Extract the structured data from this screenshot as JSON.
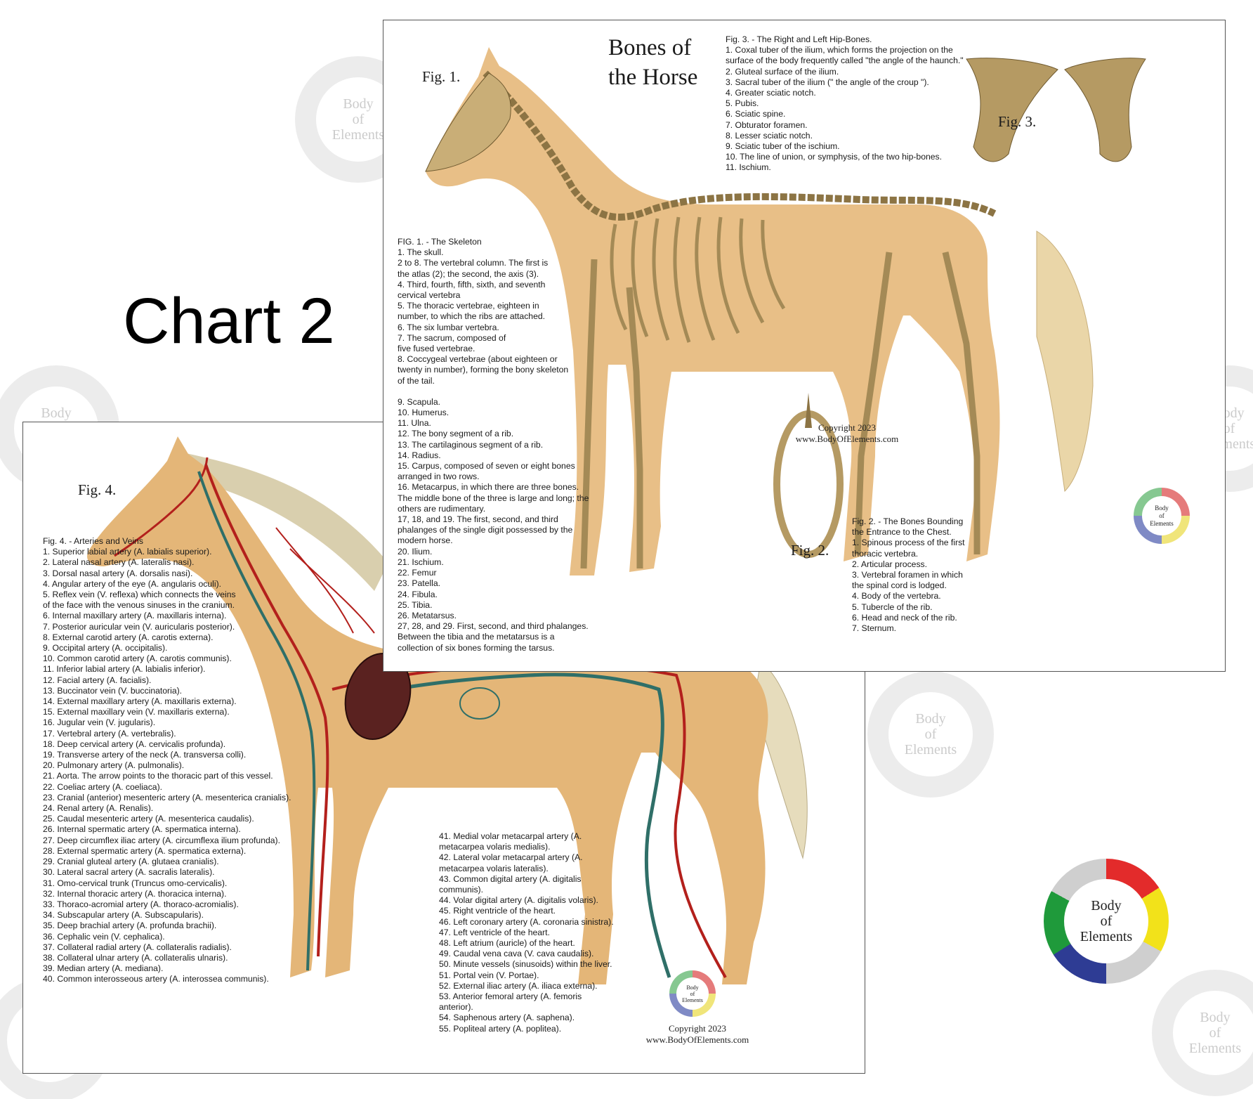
{
  "chart_title": "Chart 2",
  "watermark_text": "Body\nof\nElements",
  "bones_sheet": {
    "title": "Bones of\nthe Horse",
    "fig1_label": "Fig. 1.",
    "fig2_label": "Fig. 2.",
    "fig3_label": "Fig. 3.",
    "copyright": "Copyright 2023\nwww.BodyOfElements.com",
    "fig1_text": [
      "FIG. 1. - The Skeleton",
      "1. The skull.",
      "2 to 8. The vertebral column. The first is",
      "the atlas (2); the second, the axis (3).",
      "4. Third, fourth, fifth, sixth, and seventh",
      "cervical vertebra",
      "5. The thoracic vertebrae, eighteen in",
      "number, to which the ribs are attached.",
      "6. The six lumbar vertebra.",
      "7. The sacrum, composed of",
      "five fused vertebrae.",
      "8. Coccygeal vertebrae (about eighteen or",
      "twenty in number), forming the bony skeleton",
      "of the tail.",
      "",
      "9. Scapula.",
      "10. Humerus.",
      "11. Ulna.",
      "12. The bony segment of a rib.",
      "13. The cartilaginous segment of a rib.",
      "14. Radius.",
      "15. Carpus, composed of seven or eight bones",
      "arranged in two rows.",
      "16. Metacarpus, in which there are three bones.",
      "The middle bone of the three is large and long; the",
      "others are rudimentary.",
      "17, 18, and 19. The first, second, and third",
      "phalanges of the single digit possessed by the",
      "modern horse.",
      "20. Ilium.",
      "21. Ischium.",
      "22. Femur",
      "23. Patella.",
      "24. Fibula.",
      "25. Tibia.",
      "26. Metatarsus.",
      "27, 28, and 29. First, second, and third phalanges.",
      "Between the tibia and the metatarsus is a",
      "collection of six bones forming the tarsus."
    ],
    "fig3_text": [
      "Fig. 3. - The Right and Left Hip-Bones.",
      "1. Coxal tuber of the ilium, which forms the projection on the",
      "surface of the body frequently called \"the angle of the haunch.\"",
      "2. Gluteal surface of the ilium.",
      "3. Sacral tuber of the ilium (\" the angle of the croup \").",
      "4. Greater sciatic notch.",
      "5. Pubis.",
      "6. Sciatic spine.",
      "7. Obturator foramen.",
      "8. Lesser sciatic notch.",
      "9. Sciatic tuber of the ischium.",
      "10. The line of union, or symphysis, of the two hip-bones.",
      "11. Ischium."
    ],
    "fig2_text": [
      "Fig. 2. - The Bones Bounding",
      "the Entrance to the Chest.",
      "1. Spinous process of the first",
      "thoracic vertebra.",
      "2. Articular process.",
      "3. Vertebral foramen in which",
      "the spinal cord is lodged.",
      "4. Body of the vertebra.",
      "5. Tubercle of the rib.",
      "6. Head and neck of the rib.",
      "7. Sternum."
    ]
  },
  "arteries_sheet": {
    "fig4_label": "Fig. 4.",
    "copyright": "Copyright 2023\nwww.BodyOfElements.com",
    "fig4_text": [
      "Fig. 4. - Arteries and Veins",
      "1. Superior labial artery (A. labialis superior).",
      "2. Lateral nasal artery (A. lateralis nasi).",
      "3. Dorsal nasal artery (A. dorsalis nasi).",
      "4. Angular artery of the eye (A. angularis oculi).",
      "5. Reflex vein (V. reflexa) which connects the veins",
      "of the face with the venous sinuses in the cranium.",
      "6. Internal maxillary artery (A. maxillaris interna).",
      "7. Posterior auricular vein (V. auricularis posterior).",
      "8. External carotid artery (A. carotis externa).",
      "9. Occipital artery (A. occipitalis).",
      "10. Common carotid artery (A. carotis communis).",
      "11. Inferior labial artery (A. labialis inferior).",
      "12. Facial artery (A. facialis).",
      "13. Buccinator vein (V. buccinatoria).",
      "14. External maxillary artery (A. maxillaris externa).",
      "15. External maxillary vein (V. maxillaris externa).",
      "16. Jugular vein (V. jugularis).",
      "17. Vertebral artery (A. vertebralis).",
      "18. Deep cervical artery (A. cervicalis profunda).",
      "19. Transverse artery of the neck (A. transversa colli).",
      "20. Pulmonary artery (A. pulmonalis).",
      "21. Aorta. The arrow points to the thoracic part of this vessel.",
      "22. Coeliac artery (A. coeliaca).",
      "23. Cranial (anterior) mesenteric artery (A. mesenterica cranialis).",
      "24. Renal artery (A. Renalis).",
      "25. Caudal mesenteric artery (A. mesenterica caudalis).",
      "26. Internal spermatic artery (A. spermatica interna).",
      "27. Deep circumflex iliac artery (A. circumflexa ilium profunda).",
      "28. External spermatic artery (A. spermatica externa).",
      "29. Cranial gluteal artery (A. glutaea cranialis).",
      "30. Lateral sacral artery (A. sacralis lateralis).",
      "31. Omo-cervical trunk (Truncus omo-cervicalis).",
      "32. Internal thoracic artery (A. thoracica interna).",
      "33. Thoraco-acromial artery (A. thoraco-acromialis).",
      "34. Subscapular artery (A. Subscapularis).",
      "35. Deep brachial artery (A. profunda brachii).",
      "36. Cephalic vein (V. cephalica).",
      "37. Collateral radial artery (A. collateralis radialis).",
      "38. Collateral ulnar artery (A. collateralis ulnaris).",
      "39. Median artery (A. mediana).",
      "40. Common interosseous artery (A. interossea communis)."
    ],
    "fig4_text_b": [
      "41. Medial volar metacarpal artery (A.",
      "metacarpea volaris medialis).",
      "42. Lateral volar metacarpal artery (A.",
      "metacarpea volaris lateralis).",
      "43. Common digital artery (A. digitalis",
      "communis).",
      "44. Volar digital artery (A. digitalis volaris).",
      "45. Right ventricle of the heart.",
      "46. Left coronary artery (A. coronaria sinistra).",
      "47. Left ventricle of the heart.",
      "48. Left atrium (auricle) of the heart.",
      "49. Caudal vena cava (V. cava caudalis).",
      "50. Minute vessels (sinusoids) within the liver.",
      "51. Portal vein (V. Portae).",
      "52. External iliac artery (A. iliaca externa).",
      "53. Anterior femoral artery (A. femoris",
      "anterior).",
      "54. Saphenous artery (A. saphena).",
      "55. Popliteal artery (A. poplitea)."
    ]
  },
  "colors": {
    "horse_tan": "#e4b678",
    "artery_red": "#b3201c",
    "vein_teal": "#2f6f68",
    "bone": "#b59a63"
  },
  "logo": {
    "text": "Body\nof\nElements",
    "ring_colors": [
      "#e32b2b",
      "#f2e21a",
      "#2e3c94",
      "#1f9a3b",
      "#cfcfcf"
    ]
  }
}
